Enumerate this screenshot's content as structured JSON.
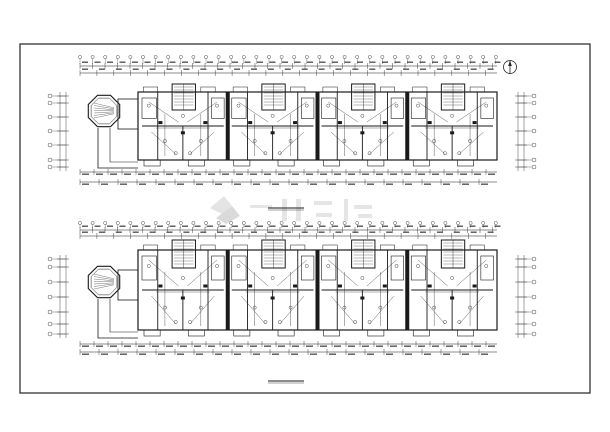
{
  "drawing": {
    "watermark_text": "",
    "north_arrow_icon": "north-arrow-icon",
    "watermark_logo_icon": "watermark-logo-icon",
    "colors": {
      "ink": "#1a1a1a",
      "frame": "#222222",
      "watermark": "#d9d9d9",
      "background": "#ffffff"
    },
    "plans": [
      {
        "name": "upper-floor-plan",
        "units": 4
      },
      {
        "name": "lower-floor-plan",
        "units": 4
      }
    ]
  }
}
